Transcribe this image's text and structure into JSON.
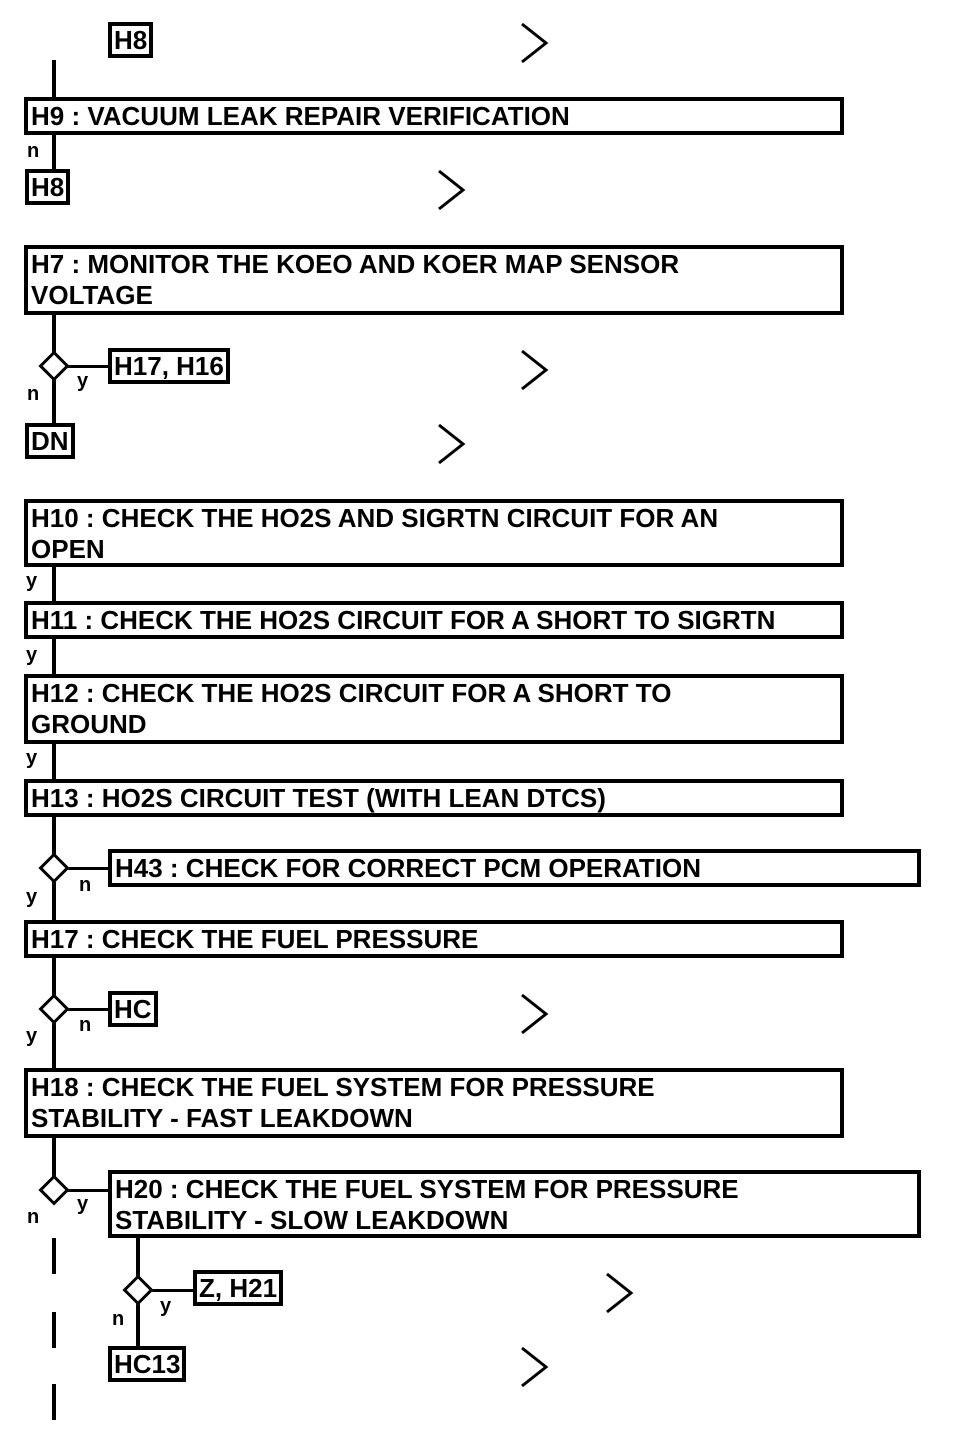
{
  "steps": {
    "h9": "H9 : VACUUM LEAK REPAIR VERIFICATION",
    "h7": [
      "H7 : MONITOR THE KOEO AND KOER MAP SENSOR",
      "VOLTAGE"
    ],
    "h10": [
      "H10 : CHECK THE HO2S AND SIGRTN CIRCUIT FOR AN",
      "OPEN"
    ],
    "h11": "H11 : CHECK THE HO2S CIRCUIT FOR A SHORT TO SIGRTN",
    "h12": [
      "H12 : CHECK THE HO2S CIRCUIT FOR A SHORT TO",
      "GROUND"
    ],
    "h13": "H13 : HO2S CIRCUIT TEST (WITH LEAN DTCS)",
    "h43": "H43 : CHECK FOR CORRECT PCM OPERATION",
    "h17": "H17 : CHECK THE FUEL PRESSURE",
    "h18": [
      "H18 : CHECK THE FUEL SYSTEM FOR PRESSURE",
      "STABILITY - FAST LEAKDOWN"
    ],
    "h20": [
      "H20 : CHECK THE FUEL SYSTEM FOR PRESSURE",
      "STABILITY - SLOW LEAKDOWN"
    ]
  },
  "refs": {
    "top_h8": "H8",
    "h9_h8": "H8",
    "h17_h16": "H17, H16",
    "dn": "DN",
    "hc": "HC",
    "z_h21": "Z, H21",
    "hc13": "HC13"
  },
  "answers": {
    "yes": "y",
    "no": "n"
  }
}
